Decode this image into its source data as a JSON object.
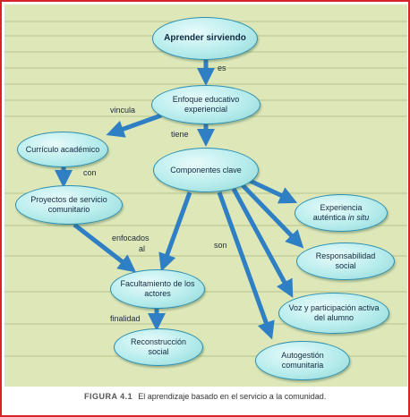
{
  "nodes": {
    "aprender": "Aprender sirviendo",
    "enfoque": "Enfoque educativo experiencial",
    "curriculo": "Currículo académico",
    "componentes": "Componentes clave",
    "proyectos": "Proyectos de servicio comunitario",
    "experiencia_main": "Experiencia auténtica ",
    "experiencia_em": "in situ",
    "responsabilidad": "Responsabilidad social",
    "voz": "Voz y participación activa del alumno",
    "facultamiento": "Facultamiento de los actores",
    "autogestion": "Autogestión comunitaria",
    "reconstruccion": "Reconstrucción social"
  },
  "edges": {
    "es": "es",
    "vincula": "vincula",
    "tiene": "tiene",
    "con": "con",
    "enfocados_1": "enfocados",
    "enfocados_2": "al",
    "son": "son",
    "finalidad": "finalidad"
  },
  "caption": {
    "figure": "FIGURA 4.1",
    "text": "El aprendizaje basado en el servicio a la comunidad."
  },
  "colors": {
    "node_fill": "#b7ecec",
    "node_border": "#2d8fb0",
    "arrow": "#2f7fc4",
    "background": "#dde7b8",
    "frame": "#d8232a"
  }
}
